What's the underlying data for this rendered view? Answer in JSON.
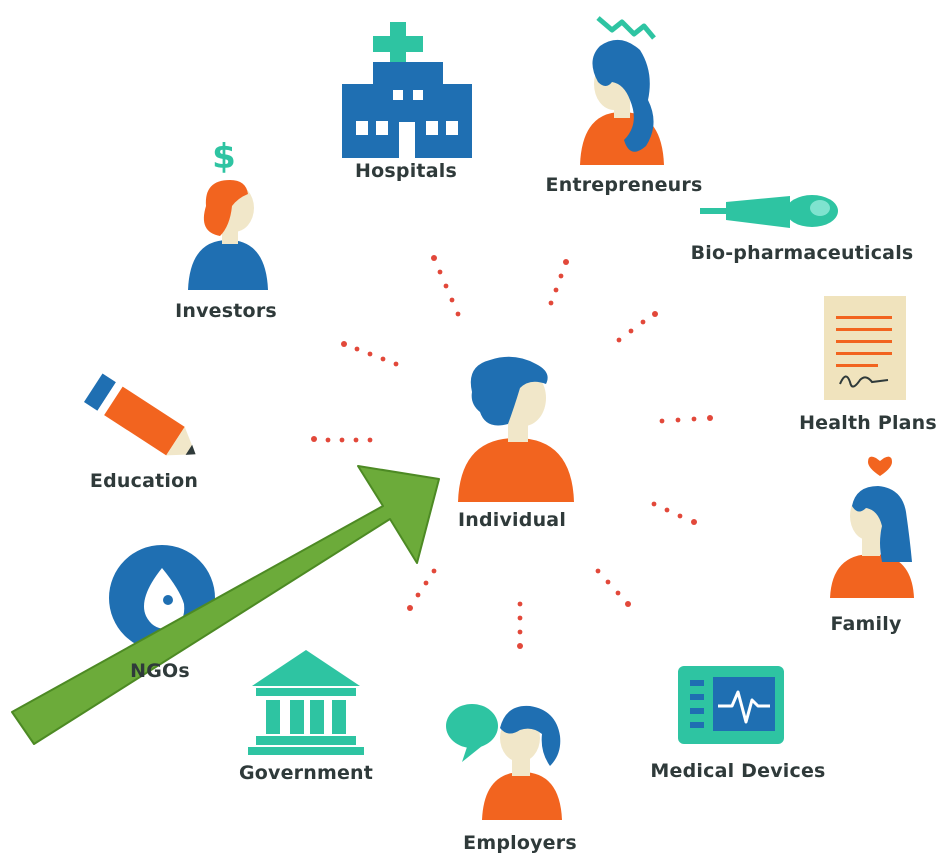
{
  "center": {
    "label": "Individual"
  },
  "nodes": [
    {
      "label": "Hospitals",
      "icon": "hospital-icon"
    },
    {
      "label": "Entrepreneurs",
      "icon": "entrepreneur-person-icon"
    },
    {
      "label": "Bio-pharmaceuticals",
      "icon": "syringe-icon"
    },
    {
      "label": "Health Plans",
      "icon": "document-signature-icon"
    },
    {
      "label": "Family",
      "icon": "family-person-heart-icon"
    },
    {
      "label": "Medical Devices",
      "icon": "heart-monitor-icon"
    },
    {
      "label": "Employers",
      "icon": "employer-speech-bubble-icon"
    },
    {
      "label": "Government",
      "icon": "government-building-icon"
    },
    {
      "label": "NGOs",
      "icon": "water-drop-icon"
    },
    {
      "label": "Education",
      "icon": "pencil-icon"
    },
    {
      "label": "Investors",
      "icon": "investor-dollar-icon"
    }
  ],
  "colors": {
    "blue": "#1f6fb2",
    "orange": "#f2641f",
    "teal": "#2ec4a2",
    "skin": "#f1e7c9",
    "label": "#2f3a3a",
    "dots": "#e2483a",
    "arrow": "#6cab3a"
  }
}
